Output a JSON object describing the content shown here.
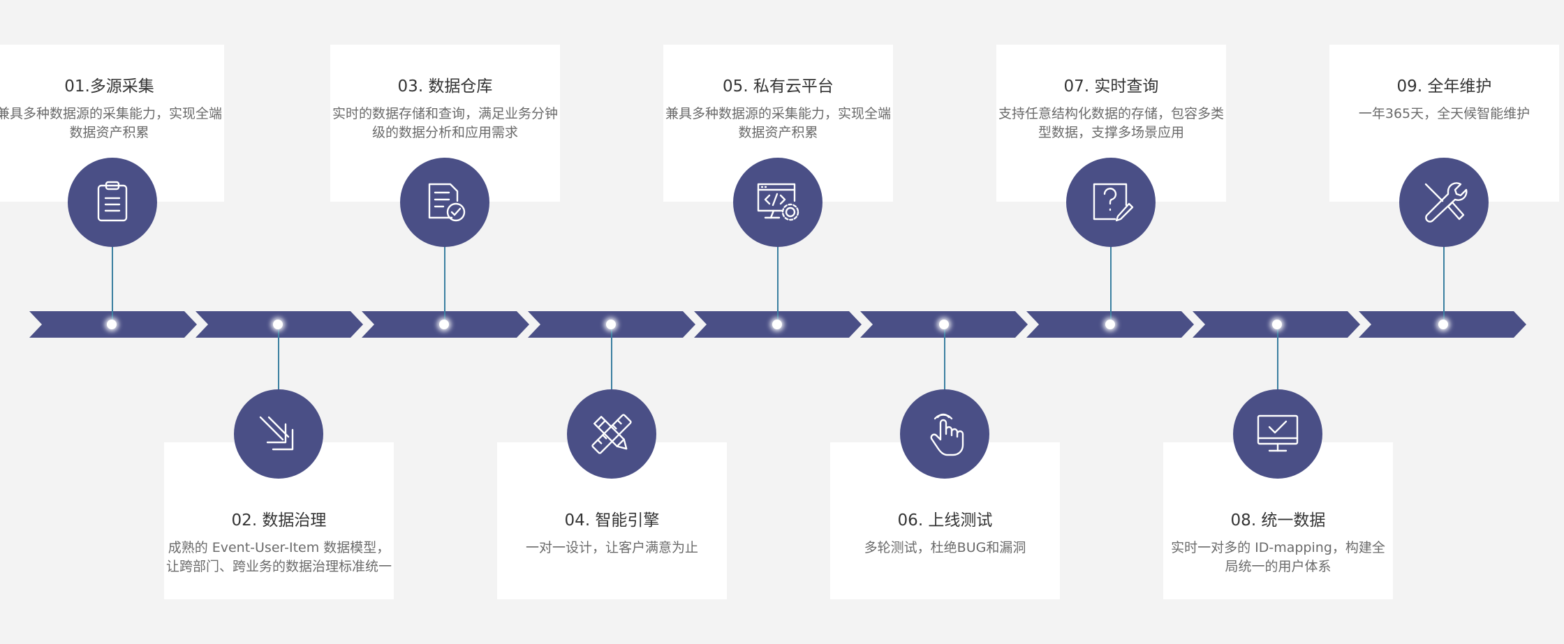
{
  "colors": {
    "background": "#f3f3f3",
    "card": "#ffffff",
    "accent": "#4a4f86",
    "connector": "#3a7fa0",
    "title_text": "#333333",
    "desc_text": "#6a6a6a"
  },
  "steps": [
    {
      "title": "01.多源采集",
      "desc": "兼具多种数据源的采集能力，实现全端数据资产积累",
      "icon": "clipboard-icon"
    },
    {
      "title": "02. 数据治理",
      "desc": "成熟的 Event-User-Item 数据模型，让跨部门、跨业务的数据治理标准统一",
      "icon": "arrows-merge-icon"
    },
    {
      "title": "03. 数据仓库",
      "desc": "实时的数据存储和查询，满足业务分钟级的数据分析和应用需求",
      "icon": "document-check-icon"
    },
    {
      "title": "04. 智能引擎",
      "desc": "一对一设计，让客户满意为止",
      "icon": "pencil-ruler-icon"
    },
    {
      "title": "05. 私有云平台",
      "desc": "兼具多种数据源的采集能力，实现全端数据资产积累",
      "icon": "code-window-gear-icon"
    },
    {
      "title": "06. 上线测试",
      "desc": "多轮测试，杜绝BUG和漏洞",
      "icon": "hand-pointer-icon"
    },
    {
      "title": "07. 实时查询",
      "desc": "支持任意结构化数据的存储，包容多类型数据，支撑多场景应用",
      "icon": "question-note-icon"
    },
    {
      "title": "08. 统一数据",
      "desc": "实时一对多的 ID-mapping，构建全局统一的用户体系",
      "icon": "monitor-check-icon"
    },
    {
      "title": "09. 全年维护",
      "desc": "一年365天，全天候智能维护",
      "icon": "tools-icon"
    }
  ]
}
